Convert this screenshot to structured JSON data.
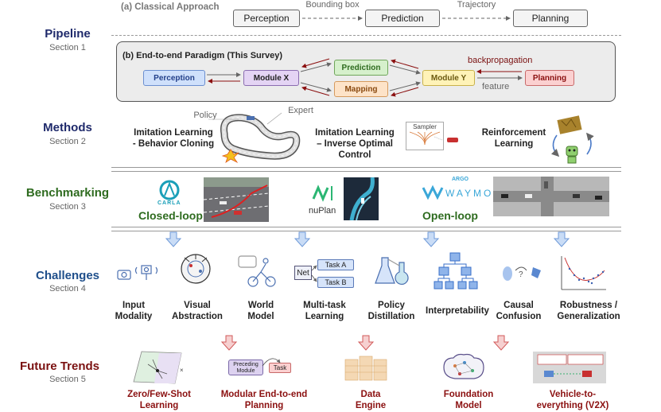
{
  "sections": [
    {
      "title": "Pipeline",
      "subtitle": "Section 1",
      "color": "#1f2a6b"
    },
    {
      "title": "Methods",
      "subtitle": "Section 2",
      "color": "#1f2a6b"
    },
    {
      "title": "Benchmarking",
      "subtitle": "Section 3",
      "color": "#2e6b1f"
    },
    {
      "title": "Challenges",
      "subtitle": "Section 4",
      "color": "#1f4f8b"
    },
    {
      "title": "Future Trends",
      "subtitle": "Section 5",
      "color": "#7a1010"
    }
  ],
  "pipeline": {
    "classical": {
      "title": "(a) Classical Approach",
      "perception": "Perception",
      "prediction": "Prediction",
      "planning": "Planning",
      "bounding_box": "Bounding box",
      "trajectory": "Trajectory"
    },
    "e2e": {
      "title": "(b) End-to-end Paradigm (This Survey)",
      "perception": "Perception",
      "module_x": "Module X",
      "prediction": "Prediction",
      "mapping": "Mapping",
      "module_y": "Module Y",
      "planning": "Planning",
      "backpropagation": "backpropagation",
      "feature": "feature"
    }
  },
  "methods": {
    "policy": "Policy",
    "expert": "Expert",
    "il_bc": "Imitation Learning\n- Behavior Cloning",
    "il_ioc": "Imitation Learning\n– Inverse Optimal\nControl",
    "sampler": "Sampler",
    "rl": "Reinforcement\nLearning"
  },
  "benchmarking": {
    "carla": "CARLA",
    "closed_loop": "Closed-loop",
    "nuplan": "nuPlan",
    "argo": "ARGO",
    "waymo": "WAYMO",
    "open_loop": "Open-loop"
  },
  "challenges": {
    "items": [
      "Input\nModality",
      "Visual\nAbstraction",
      "World\nModel",
      "Multi-task\nLearning",
      "Policy\nDistillation",
      "Interpretability",
      "Causal\nConfusion",
      "Robustness /\nGeneralization"
    ],
    "net": "Net",
    "task_a": "Task A",
    "task_b": "Task B"
  },
  "future": {
    "items": [
      "Zero/Few-Shot\nLearning",
      "Modular End-to-end\nPlanning",
      "Data\nEngine",
      "Foundation\nModel",
      "Vehicle-to-\neverything (V2X)"
    ],
    "preceding_module": "Preceding\nModule",
    "task": "Task"
  },
  "colors": {
    "perception": "#cfe0fb",
    "module_x": "#e4d4f4",
    "prediction": "#d6f0cc",
    "mapping": "#fde3c8",
    "module_y": "#fff3b8",
    "planning": "#fbd0d0",
    "down_arrow_blue": "#6f9ad8",
    "down_arrow_red": "#d25a5a"
  }
}
